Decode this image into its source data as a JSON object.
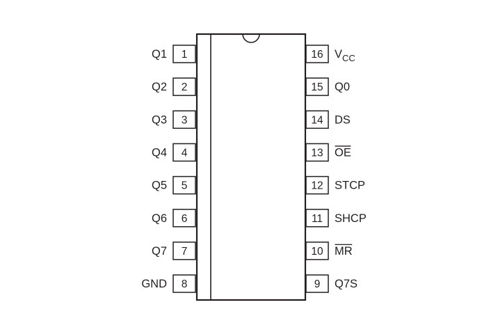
{
  "left_pins": [
    {
      "number": "1",
      "label": "Q1"
    },
    {
      "number": "2",
      "label": "Q2"
    },
    {
      "number": "3",
      "label": "Q3"
    },
    {
      "number": "4",
      "label": "Q4"
    },
    {
      "number": "5",
      "label": "Q5"
    },
    {
      "number": "6",
      "label": "Q6"
    },
    {
      "number": "7",
      "label": "Q7"
    },
    {
      "number": "8",
      "label": "GND"
    }
  ],
  "right_pins": [
    {
      "number": "16",
      "label": "V",
      "subscript": "CC"
    },
    {
      "number": "15",
      "label": "Q0"
    },
    {
      "number": "14",
      "label": "DS"
    },
    {
      "number": "13",
      "label": "OE",
      "overline": true
    },
    {
      "number": "12",
      "label": "STCP"
    },
    {
      "number": "11",
      "label": "SHCP"
    },
    {
      "number": "10",
      "label": "MR",
      "overline": true
    },
    {
      "number": "9",
      "label": "Q7S"
    }
  ],
  "colors": {
    "stroke": "#231f20",
    "text": "#231f20",
    "background": "#ffffff"
  }
}
